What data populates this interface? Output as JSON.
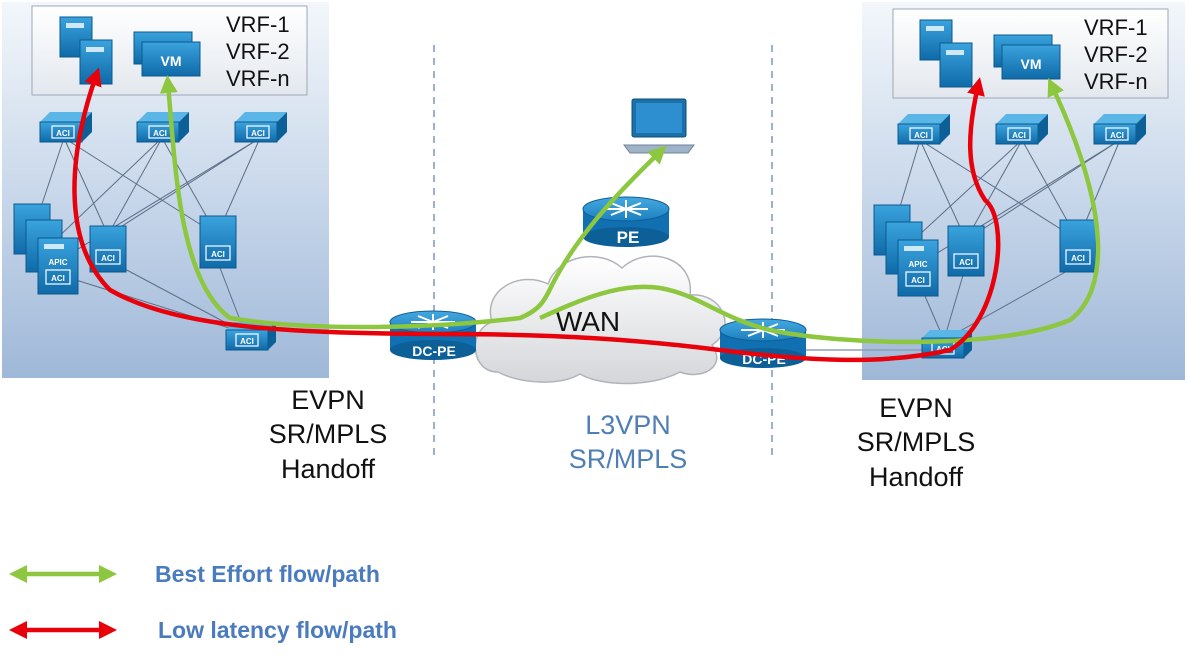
{
  "left_dc": {
    "vrfs": [
      "VRF-1",
      "VRF-2",
      "VRF-n"
    ],
    "vm_label": "VM",
    "switch_label": "ACI",
    "apic_label": "APIC"
  },
  "right_dc": {
    "vrfs": [
      "VRF-1",
      "VRF-2",
      "VRF-n"
    ],
    "vm_label": "VM",
    "switch_label": "ACI",
    "apic_label": "APIC"
  },
  "wan": {
    "cloud_label": "WAN",
    "pe_label": "PE",
    "left_router_label": "DC-PE",
    "right_router_label": "DC-PE"
  },
  "captions": {
    "left": [
      "EVPN",
      "SR/MPLS",
      "Handoff"
    ],
    "center": [
      "L3VPN",
      "SR/MPLS"
    ],
    "right": [
      "EVPN",
      "SR/MPLS",
      "Handoff"
    ]
  },
  "legend": [
    {
      "label": "Best Effort flow/path",
      "color": "#8dc63f"
    },
    {
      "label": "Low latency flow/path",
      "color": "#e8000b"
    }
  ],
  "colors": {
    "best_effort": "#8dc63f",
    "low_latency": "#e8000b",
    "legend_text": "#4a7bbf",
    "device_blue": "#1a86c6"
  }
}
